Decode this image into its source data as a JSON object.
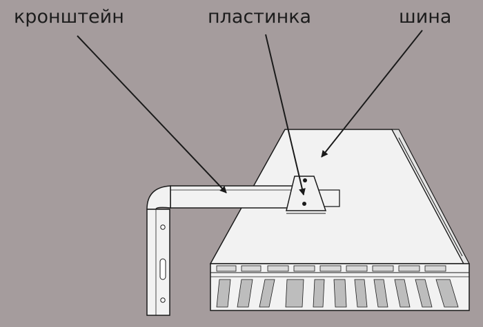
{
  "labels": {
    "bracket": "кронштейн",
    "plate": "пластинка",
    "rail": "шина"
  },
  "colors": {
    "background": "#a59c9d",
    "part_fill": "#f2f2f2",
    "stroke": "#1a1a1a",
    "slot_fill": "#bdbdbd"
  }
}
